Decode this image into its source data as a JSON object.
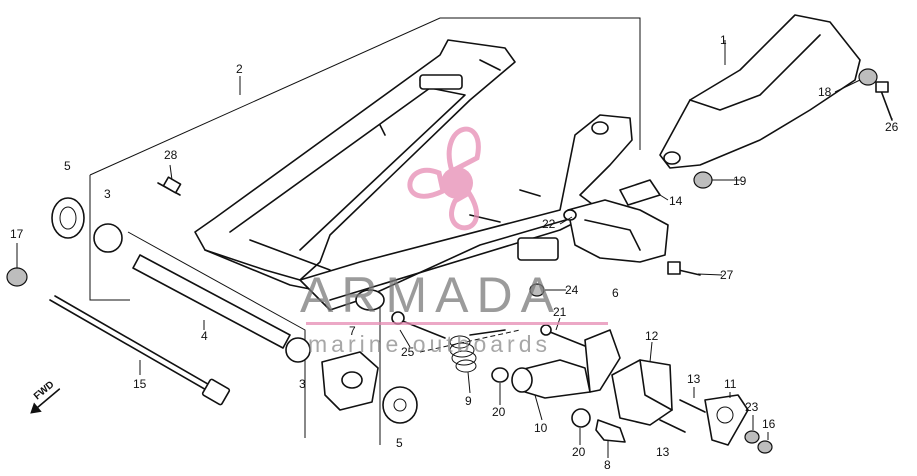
{
  "diagram": {
    "callouts": [
      "1",
      "2",
      "3",
      "4",
      "5",
      "6",
      "7",
      "8",
      "10",
      "11",
      "12",
      "13",
      "14",
      "15",
      "16",
      "17",
      "18",
      "19",
      "20",
      "21",
      "22",
      "23",
      "24",
      "25",
      "26",
      "27",
      "28"
    ],
    "repeat_labels": {
      "3b": "3",
      "5b": "5",
      "9": "9",
      "13b": "13",
      "20b": "20"
    },
    "fwd_arrow": "FWD"
  },
  "watermark": {
    "brand": "ARMADA",
    "tagline": "marine outboards",
    "logo": "propeller-logo",
    "color": "#e68bb3"
  }
}
